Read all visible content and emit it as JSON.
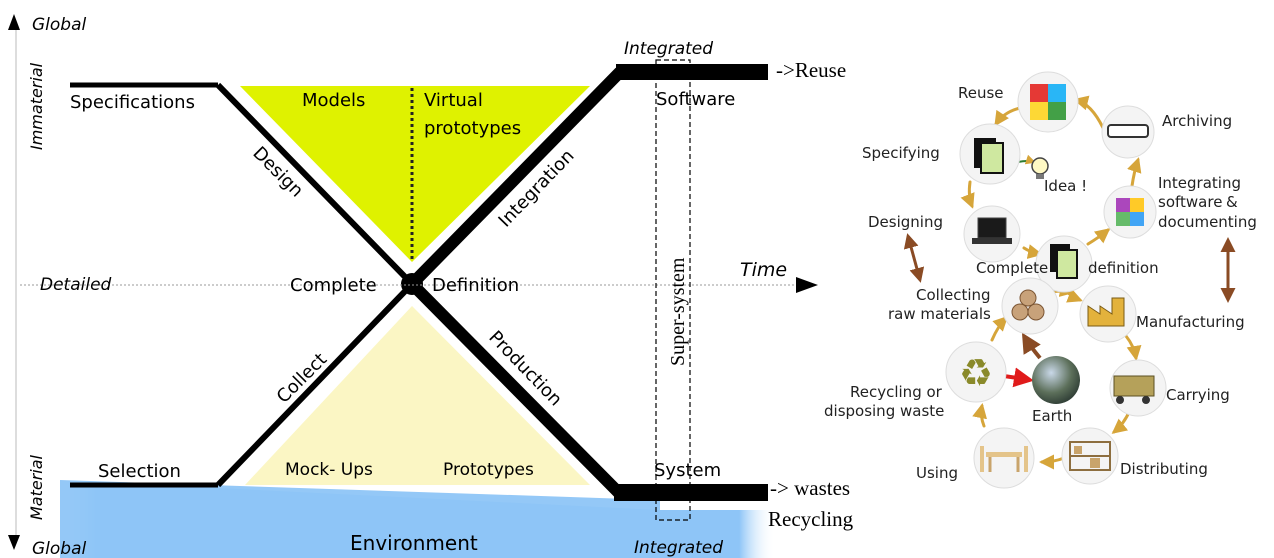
{
  "left": {
    "axis": {
      "top": "Global",
      "bottom": "Global",
      "upper_side": "Immaterial",
      "lower_side": "Material",
      "middle": "Detailed",
      "time": "Time"
    },
    "labels": {
      "specifications": "Specifications",
      "selection": "Selection",
      "models": "Models",
      "virtual_prototypes_1": "Virtual",
      "virtual_prototypes_2": "prototypes",
      "design": "Design",
      "integration": "Integration",
      "collect": "Collect",
      "production": "Production",
      "complete": "Complete",
      "definition": "Definition",
      "mockups": "Mock- Ups",
      "prototypes": "Prototypes",
      "environment": "Environment",
      "software": "Software",
      "system": "System",
      "integrated_top": "Integrated",
      "integrated_bottom": "Integrated",
      "super_system": "Super-system",
      "reuse": "->Reuse",
      "wastes": "-> wastes",
      "recycling": "Recycling"
    },
    "colors": {
      "upper_triangle": "#dff200",
      "lower_triangle": "#fbf6c4",
      "environment": "#8ec5f7"
    }
  },
  "right": {
    "nodes": {
      "reuse": "Reuse",
      "archiving": "Archiving",
      "specifying": "Specifying",
      "idea": "Idea !",
      "integrating_1": "Integrating",
      "integrating_2": "software",
      "integrating_amp": "&",
      "integrating_3": "documenting",
      "designing": "Designing",
      "complete": "Complete",
      "definition": "definition",
      "collecting_1": "Collecting",
      "collecting_2": "raw materials",
      "manufacturing": "Manufacturing",
      "recycling_1": "Recycling or",
      "recycling_2": "disposing waste",
      "earth": "Earth",
      "carrying": "Carrying",
      "using": "Using",
      "distributing": "Distributing"
    },
    "icons": [
      "puzzle-icon",
      "archive-box-icon",
      "documents-icon",
      "lightbulb-icon",
      "puzzle-small-icon",
      "laptop-icon",
      "documents-icon",
      "wood-logs-icon",
      "factory-icon",
      "earth-icon",
      "recycle-icon",
      "truck-icon",
      "shelves-icon",
      "dining-table-icon"
    ],
    "colors": {
      "arrow_gold": "#d6a53a",
      "arrow_brown": "#8a4b24",
      "arrow_red": "#e01b1b"
    }
  }
}
